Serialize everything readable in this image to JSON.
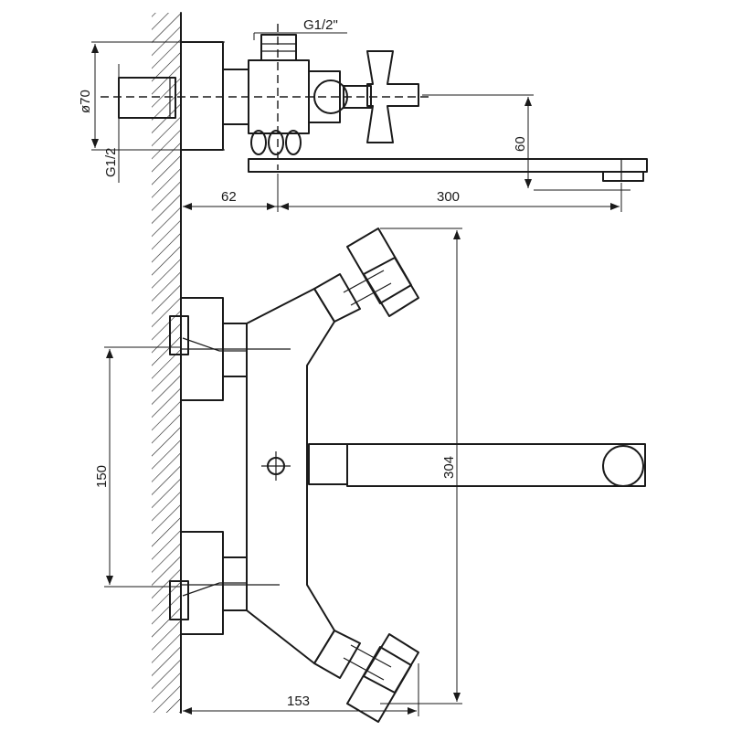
{
  "dimensions": {
    "thread_top": "G1/2\"",
    "thread_side": "G1/2",
    "diameter": "ø70",
    "spout_drop": "60",
    "wall_offset": "62",
    "spout_length": "300",
    "center_distance": "150",
    "total_height": "304",
    "depth": "153"
  }
}
